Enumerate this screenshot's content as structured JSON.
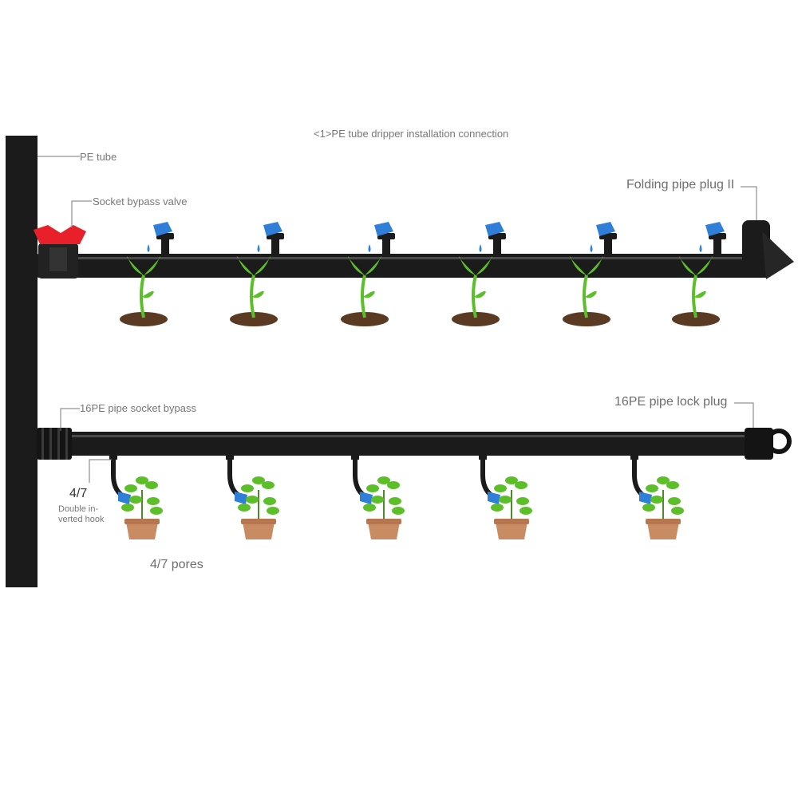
{
  "title": "<1>PE tube dripper installation connection",
  "labels": {
    "pe_tube": "PE tube",
    "socket_bypass_valve": "Socket bypass valve",
    "folding_pipe_plug": "Folding pipe plug II",
    "pipe_socket_bypass": "16PE pipe socket bypass",
    "pipe_lock_plug": "16PE pipe lock plug",
    "hook_size": "4/7",
    "hook_desc": "Double in-verted hook",
    "pores": "4/7 pores"
  },
  "colors": {
    "pipe": "#1b1b1b",
    "valve": "#e8202a",
    "dripper": "#2f7fd8",
    "leaf": "#5cbf2a",
    "soil": "#5a3a22",
    "pot": "#c98b62",
    "label": "#777777"
  },
  "upper_dripper_count": 6,
  "lower_hook_count": 5
}
